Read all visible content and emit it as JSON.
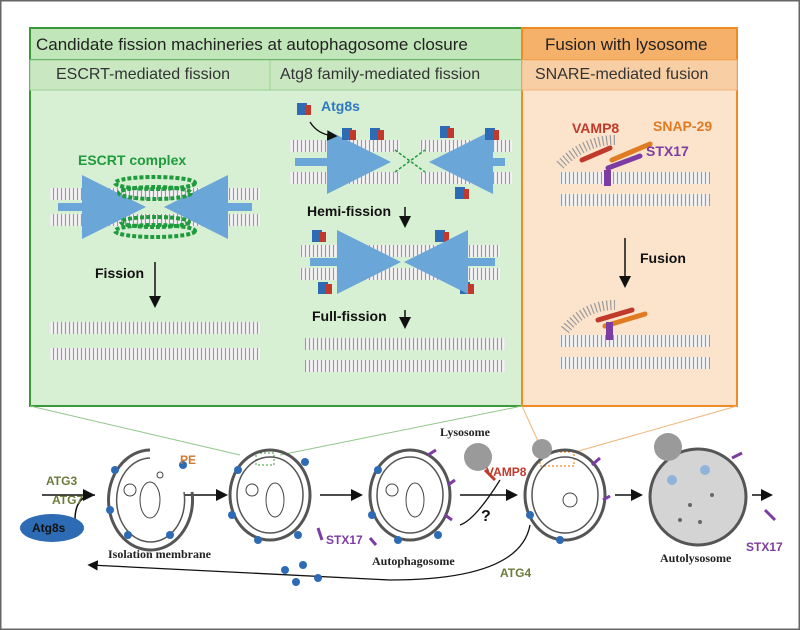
{
  "panels": {
    "fission_title": "Candidate fission machineries at autophagosome closure",
    "fusion_title": "Fusion with lysosome",
    "escrt_sub": "ESCRT-mediated fission",
    "atg8_sub": "Atg8 family-mediated fission",
    "snare_sub": "SNARE-mediated fusion"
  },
  "labels": {
    "atg8s_top": "Atg8s",
    "escrt_complex": "ESCRT complex",
    "fission": "Fission",
    "hemi_fission": "Hemi-fission",
    "full_fission": "Full-fission",
    "vamp8_top": "VAMP8",
    "snap29": "SNAP-29",
    "stx17_top": "STX17",
    "fusion": "Fusion"
  },
  "pathway": {
    "pe": "PE",
    "lysosome": "Lysosome",
    "vamp8": "VAMP8",
    "question": "?",
    "atg3": "ATG3",
    "atg7": "ATG7",
    "atg8s": "Atg8s",
    "isolation_membrane": "Isolation membrane",
    "stx17_left": "STX17",
    "autophagosome": "Autophagosome",
    "atg4": "ATG4",
    "autolysosome": "Autolysosome",
    "stx17_right": "STX17"
  },
  "colors": {
    "green_panel": "#d7efd2",
    "green_border": "#3a9a3a",
    "orange_panel": "#fbe3cc",
    "orange_border": "#f08a22",
    "membrane": "#9a9a9a",
    "arrow_blue": "#6aa6d8",
    "escrt_green": "#1f9a3c",
    "atg8_blue": "#2e6bb5",
    "atg8_red": "#c0392b",
    "stx17_purple": "#7d3ca3",
    "vamp8_red": "#c0392b",
    "snap29_orange": "#e07b22",
    "lysosome_gray": "#9a9a9a"
  }
}
